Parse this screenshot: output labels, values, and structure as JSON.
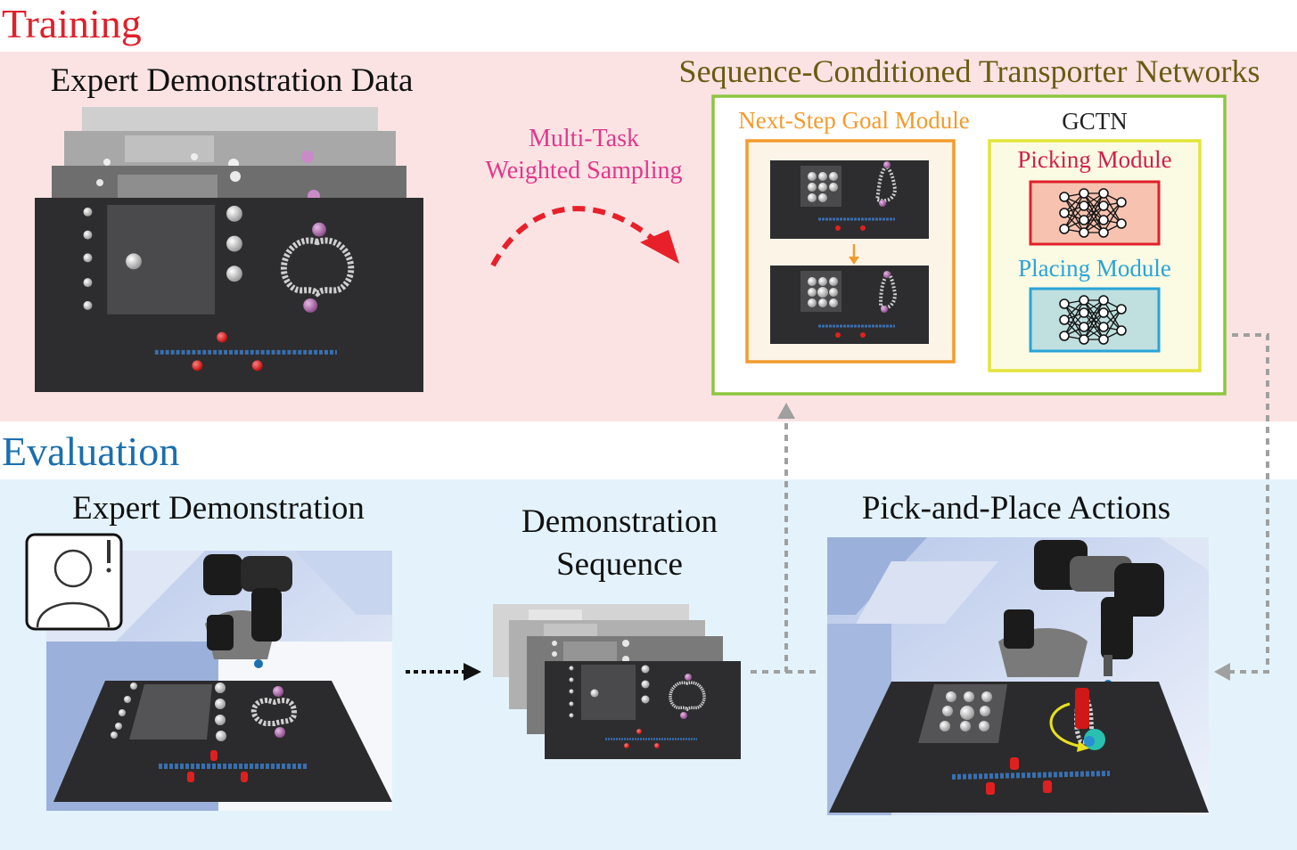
{
  "sections": {
    "training": {
      "title": "Training",
      "color": "#e0202a"
    },
    "evaluation": {
      "title": "Evaluation",
      "color": "#1a6fae"
    }
  },
  "training": {
    "expert_data_label": "Expert Demonstration Data",
    "sampling_label_line1": "Multi-Task",
    "sampling_label_line2": "Weighted Sampling",
    "sampling_color": "#e0388a",
    "sctn": {
      "title": "Sequence-Conditioned Transporter Networks",
      "title_color": "#6b5b12",
      "goal_module": {
        "title": "Next-Step Goal Module",
        "color": "#f39b2b"
      },
      "gctn": {
        "title": "GCTN",
        "picking": {
          "title": "Picking Module",
          "color": "#d11f4a"
        },
        "placing": {
          "title": "Placing Module",
          "color": "#2aa3d8"
        }
      }
    }
  },
  "evaluation": {
    "expert_demo_label": "Expert Demonstration",
    "demo_sequence_line1": "Demonstration",
    "demo_sequence_line2": "Sequence",
    "pick_place_label": "Pick-and-Place Actions"
  }
}
